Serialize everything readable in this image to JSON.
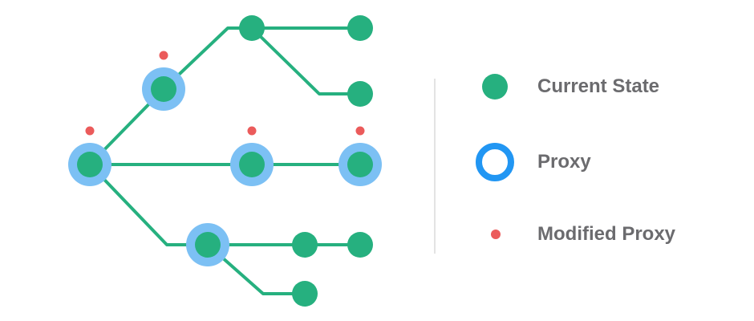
{
  "colors": {
    "edge": "#26b07f",
    "state": "#26b07f",
    "proxy_fill": "#7cc0f4",
    "proxy_ring": "#2196f3",
    "modified": "#eb5b5b",
    "label": "#6b6b6e",
    "divider": "#e3e3e3"
  },
  "legend": {
    "current_state": {
      "label": "Current State",
      "icon": "green-dot-icon"
    },
    "proxy": {
      "label": "Proxy",
      "icon": "blue-ring-icon"
    },
    "modified_proxy": {
      "label": "Modified Proxy",
      "icon": "red-dot-icon"
    }
  },
  "diagram": {
    "nodes": [
      {
        "id": "root",
        "proxy": true,
        "modified": true
      },
      {
        "id": "upper-branch",
        "proxy": true,
        "modified": true
      },
      {
        "id": "upper-fork",
        "proxy": false,
        "modified": false
      },
      {
        "id": "upper-top-leaf",
        "proxy": false,
        "modified": false
      },
      {
        "id": "upper-bottom-leaf",
        "proxy": false,
        "modified": false
      },
      {
        "id": "middle-node",
        "proxy": true,
        "modified": true
      },
      {
        "id": "middle-leaf",
        "proxy": true,
        "modified": true
      },
      {
        "id": "lower-branch",
        "proxy": true,
        "modified": false
      },
      {
        "id": "lower-child",
        "proxy": false,
        "modified": false
      },
      {
        "id": "lower-right-leaf",
        "proxy": false,
        "modified": false
      },
      {
        "id": "lower-bottom-leaf",
        "proxy": false,
        "modified": false
      }
    ],
    "edges": [
      {
        "from": "root",
        "to": "upper-branch"
      },
      {
        "from": "upper-branch",
        "to": "upper-fork"
      },
      {
        "from": "upper-fork",
        "to": "upper-top-leaf"
      },
      {
        "from": "upper-fork",
        "to": "upper-bottom-leaf"
      },
      {
        "from": "root",
        "to": "middle-node"
      },
      {
        "from": "middle-node",
        "to": "middle-leaf"
      },
      {
        "from": "root",
        "to": "lower-branch"
      },
      {
        "from": "lower-branch",
        "to": "lower-child"
      },
      {
        "from": "lower-child",
        "to": "lower-right-leaf"
      },
      {
        "from": "lower-branch",
        "to": "lower-bottom-leaf"
      }
    ]
  }
}
